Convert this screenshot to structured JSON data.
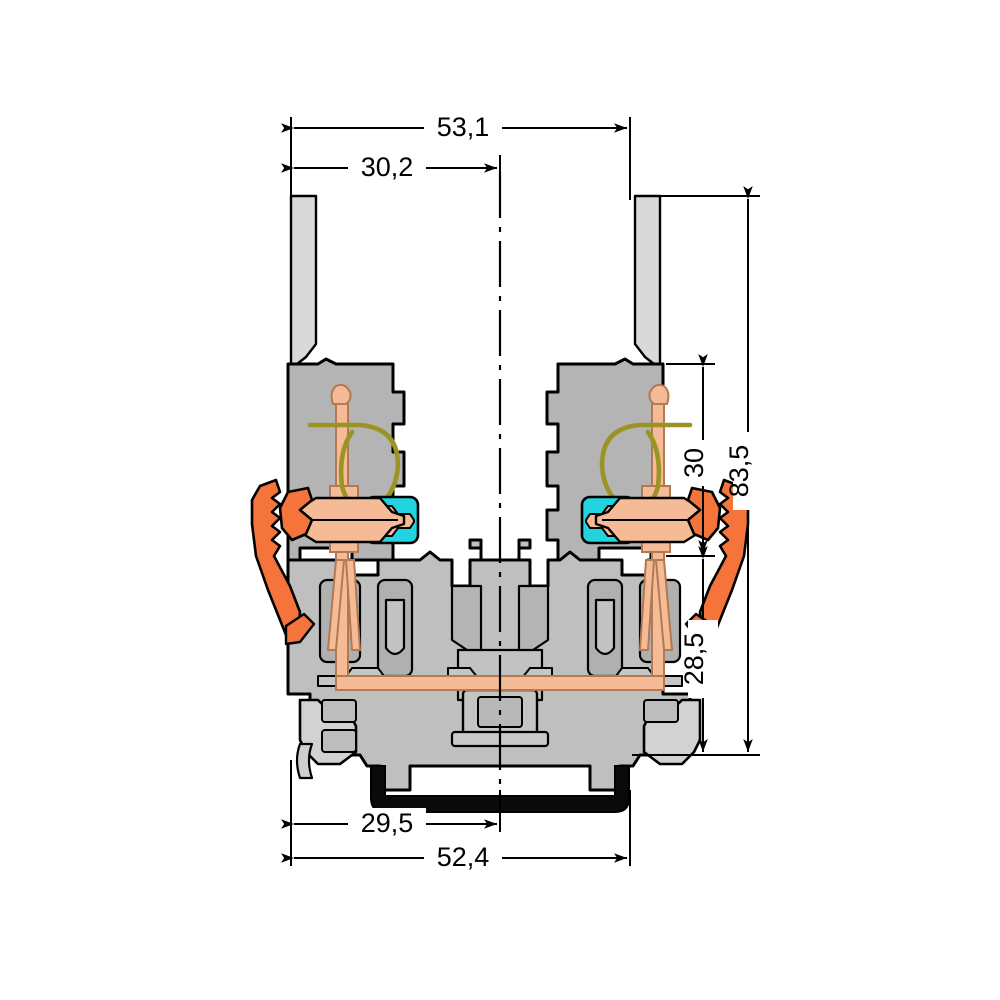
{
  "drawing": {
    "title": "Terminal block cross-section",
    "type": "technical-dimensioned-section",
    "units": "mm",
    "decimal_separator": "comma",
    "line_color": "#000000",
    "background": "#ffffff"
  },
  "dimensions": {
    "top_overall": {
      "label": "53,1",
      "orientation": "horizontal",
      "position": "top",
      "value": 53.1
    },
    "top_partial": {
      "label": "30,2",
      "orientation": "horizontal",
      "position": "top",
      "value": 30.2
    },
    "right_upper": {
      "label": "30",
      "orientation": "vertical",
      "position": "right",
      "value": 30
    },
    "right_lower": {
      "label": "28,5",
      "orientation": "vertical",
      "position": "right",
      "value": 28.5
    },
    "right_overall": {
      "label": "83,5",
      "orientation": "vertical",
      "position": "right-outer",
      "value": 83.5
    },
    "bottom_partial": {
      "label": "29,5",
      "orientation": "horizontal",
      "position": "bottom",
      "value": 29.5
    },
    "bottom_overall": {
      "label": "52,4",
      "orientation": "horizontal",
      "position": "bottom",
      "value": 52.4
    }
  },
  "colors": {
    "housing_gray": "#b4b4b4",
    "housing_gray_light": "#c8c8c8",
    "housing_gray_mid": "#bfbfbf",
    "wall_gray": "#d9d9d9",
    "copper": "#f5bb96",
    "copper_dark": "#e09a6e",
    "spring_olive": "#9a9425",
    "lever_orange": "#f4743b",
    "test_port_cyan": "#22d3e0",
    "outline": "#000000",
    "din_rail": "#000000"
  },
  "parts": {
    "left_lever": "actuating-lever",
    "right_lever": "actuating-lever",
    "left_spring": "clamping-spring",
    "right_spring": "clamping-spring",
    "left_test_port": "test-port",
    "right_test_port": "test-port",
    "busbar": "copper-busbar",
    "din_rail": "din-rail",
    "centerline": "symmetry-centerline"
  }
}
